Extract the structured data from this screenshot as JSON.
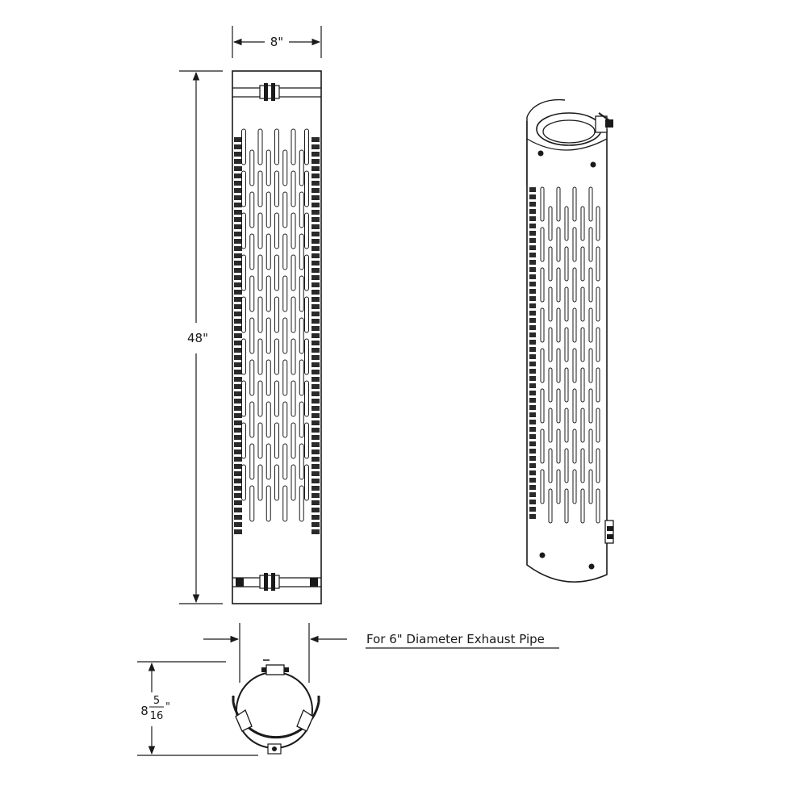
{
  "dimensions": {
    "width_label": "8\"",
    "height_label": "48\"",
    "depth_whole": "8",
    "depth_numerator": "5",
    "depth_denominator": "16",
    "depth_unit": "\""
  },
  "note": {
    "text": "For 6\" Diameter Exhaust Pipe"
  },
  "colors": {
    "line": "#1a1a1a",
    "fill": "#ffffff",
    "shade": "#2a2a2a"
  }
}
